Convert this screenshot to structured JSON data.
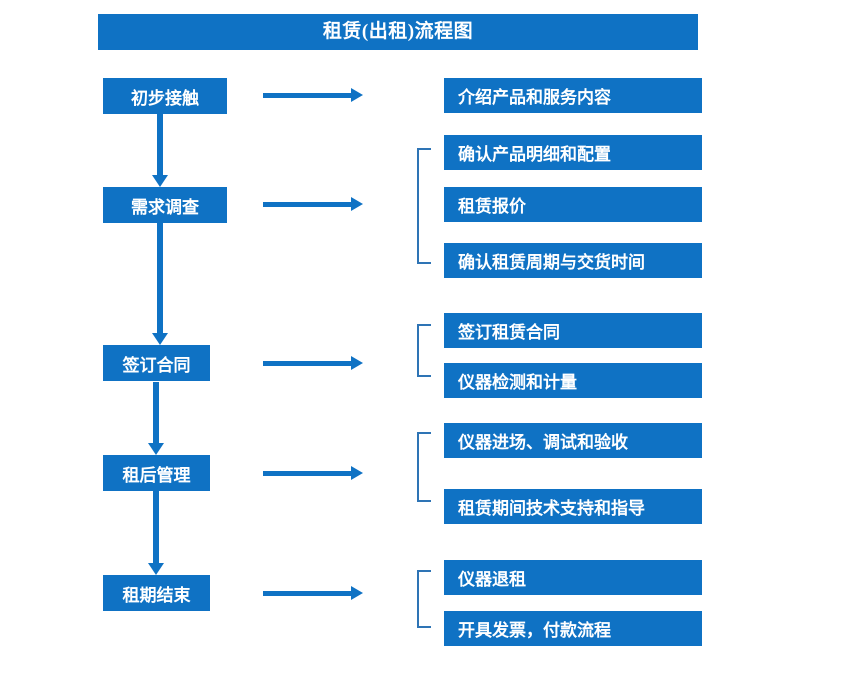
{
  "diagram": {
    "title": "租赁(出租)流程图",
    "accent_color": "#0F72C4",
    "bracket_color": "#2E74B5",
    "stages": [
      {
        "label": "初步接触"
      },
      {
        "label": "需求调查"
      },
      {
        "label": "签订合同"
      },
      {
        "label": "租后管理"
      },
      {
        "label": "租期结束"
      }
    ],
    "details": [
      {
        "label": "介绍产品和服务内容"
      },
      {
        "label": "确认产品明细和配置"
      },
      {
        "label": "租赁报价"
      },
      {
        "label": "确认租赁周期与交货时间"
      },
      {
        "label": "签订租赁合同"
      },
      {
        "label": "仪器检测和计量"
      },
      {
        "label": "仪器进场、调试和验收"
      },
      {
        "label": "租赁期间技术支持和指导"
      },
      {
        "label": "仪器退租"
      },
      {
        "label": "开具发票，付款流程"
      }
    ],
    "icons": {
      "stage_link": "right-arrow-icon",
      "flow_next": "down-arrow-icon",
      "group": "group-bracket-icon"
    }
  }
}
